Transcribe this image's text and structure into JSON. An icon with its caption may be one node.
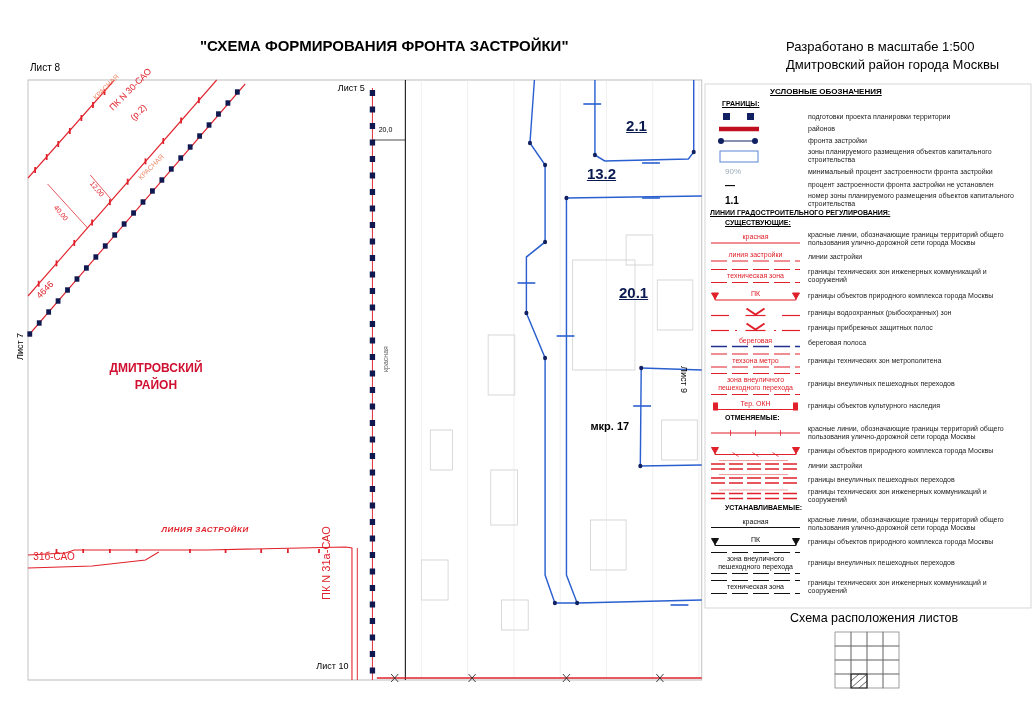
{
  "diagram": {
    "title": "\"СХЕМА ФОРМИРОВАНИЯ ФРОНТА ЗАСТРОЙКИ\"",
    "labels": [
      "Лист 8",
      "Разработано в масштабе 1:500",
      "Дмитровский район города Москвы",
      "Лист 5",
      "20,0",
      "КРАСНАЯ",
      "ПК N 30-САО",
      "(р.2)",
      "40,00",
      "12,00",
      "КРАСНАЯ",
      "4646",
      "Лист 7",
      "ДМИТРОВСКИЙ РАЙОН",
      "красная",
      "ЛИНИЯ ЗАСТРОЙКИ",
      "31б-САО",
      "ПК N 31а-САО",
      "Лист 10",
      "2.1",
      "13.2",
      "20.1",
      "мкр. 17",
      "Лист 9",
      "УСЛОВНЫЕ ОБОЗНАЧЕНИЯ",
      "ГРАНИЦЫ:",
      "90%",
      "—",
      "1.1",
      "ЛИНИИ ГРАДОСТРОИТЕЛЬНОГО РЕГУЛИРОВАНИЯ:",
      "СУЩЕСТВУЮЩИЕ:",
      "красная",
      "линия застройки",
      "техническая зона",
      "ПК",
      "береговая",
      "техзона метро",
      "зона внеуличного пешеходного перехода",
      "Тер. ОКН",
      "ОТМЕНЯЕМЫЕ:",
      "УСТАНАВЛИВАЕМЫЕ:",
      "красная",
      "ПК",
      "зона внеуличного пешеходного перехода",
      "техническая зона",
      "Схема расположения листов"
    ],
    "legend": [
      {
        "text": "подготовки проекта планировки территории"
      },
      {
        "text": "районов"
      },
      {
        "text": "фронта застройки"
      },
      {
        "text": "зоны планируемого размещения объектов капитального строительства"
      },
      {
        "text": "минимальный процент застроенности фронта застройки"
      },
      {
        "text": "процент застроенности фронта застройки не установлен"
      },
      {
        "text": "номер зоны планируемого размещения объектов капитального строительства"
      },
      {
        "text": "красные линии, обозначающие границы территорий общего пользования улично-дорожной сети города Москвы"
      },
      {
        "text": "линии застройки"
      },
      {
        "text": "границы технических зон инженерных коммуникаций и сооружений"
      },
      {
        "text": "границы объектов природного комплекса города Москвы"
      },
      {
        "text": "границы водоохранных (рыбоохранных) зон"
      },
      {
        "text": "границы прибрежных защитных полос"
      },
      {
        "text": "береговая полоса"
      },
      {
        "text": "границы технических зон метрополитена"
      },
      {
        "text": "границы внеуличных пешеходных переходов"
      },
      {
        "text": "границы объектов культурного наследия"
      },
      {
        "text": "красные линии, обозначающие границы территорий общего пользования улично-дорожной сети города Москвы"
      },
      {
        "text": "границы объектов природного комплекса города Москвы"
      },
      {
        "text": "линии застройки"
      },
      {
        "text": "границы внеуличных пешеходных переходов"
      },
      {
        "text": "границы технических зон инженерных коммуникаций и сооружений"
      },
      {
        "text": "красные линии, обозначающие границы территорий общего пользования улично-дорожной сети города Москвы"
      },
      {
        "text": "границы объектов природного комплекса города Москвы"
      },
      {
        "text": "границы внеуличных пешеходных переходов"
      },
      {
        "text": "границы технических зон инженерных коммуникаций и сооружений"
      }
    ]
  }
}
